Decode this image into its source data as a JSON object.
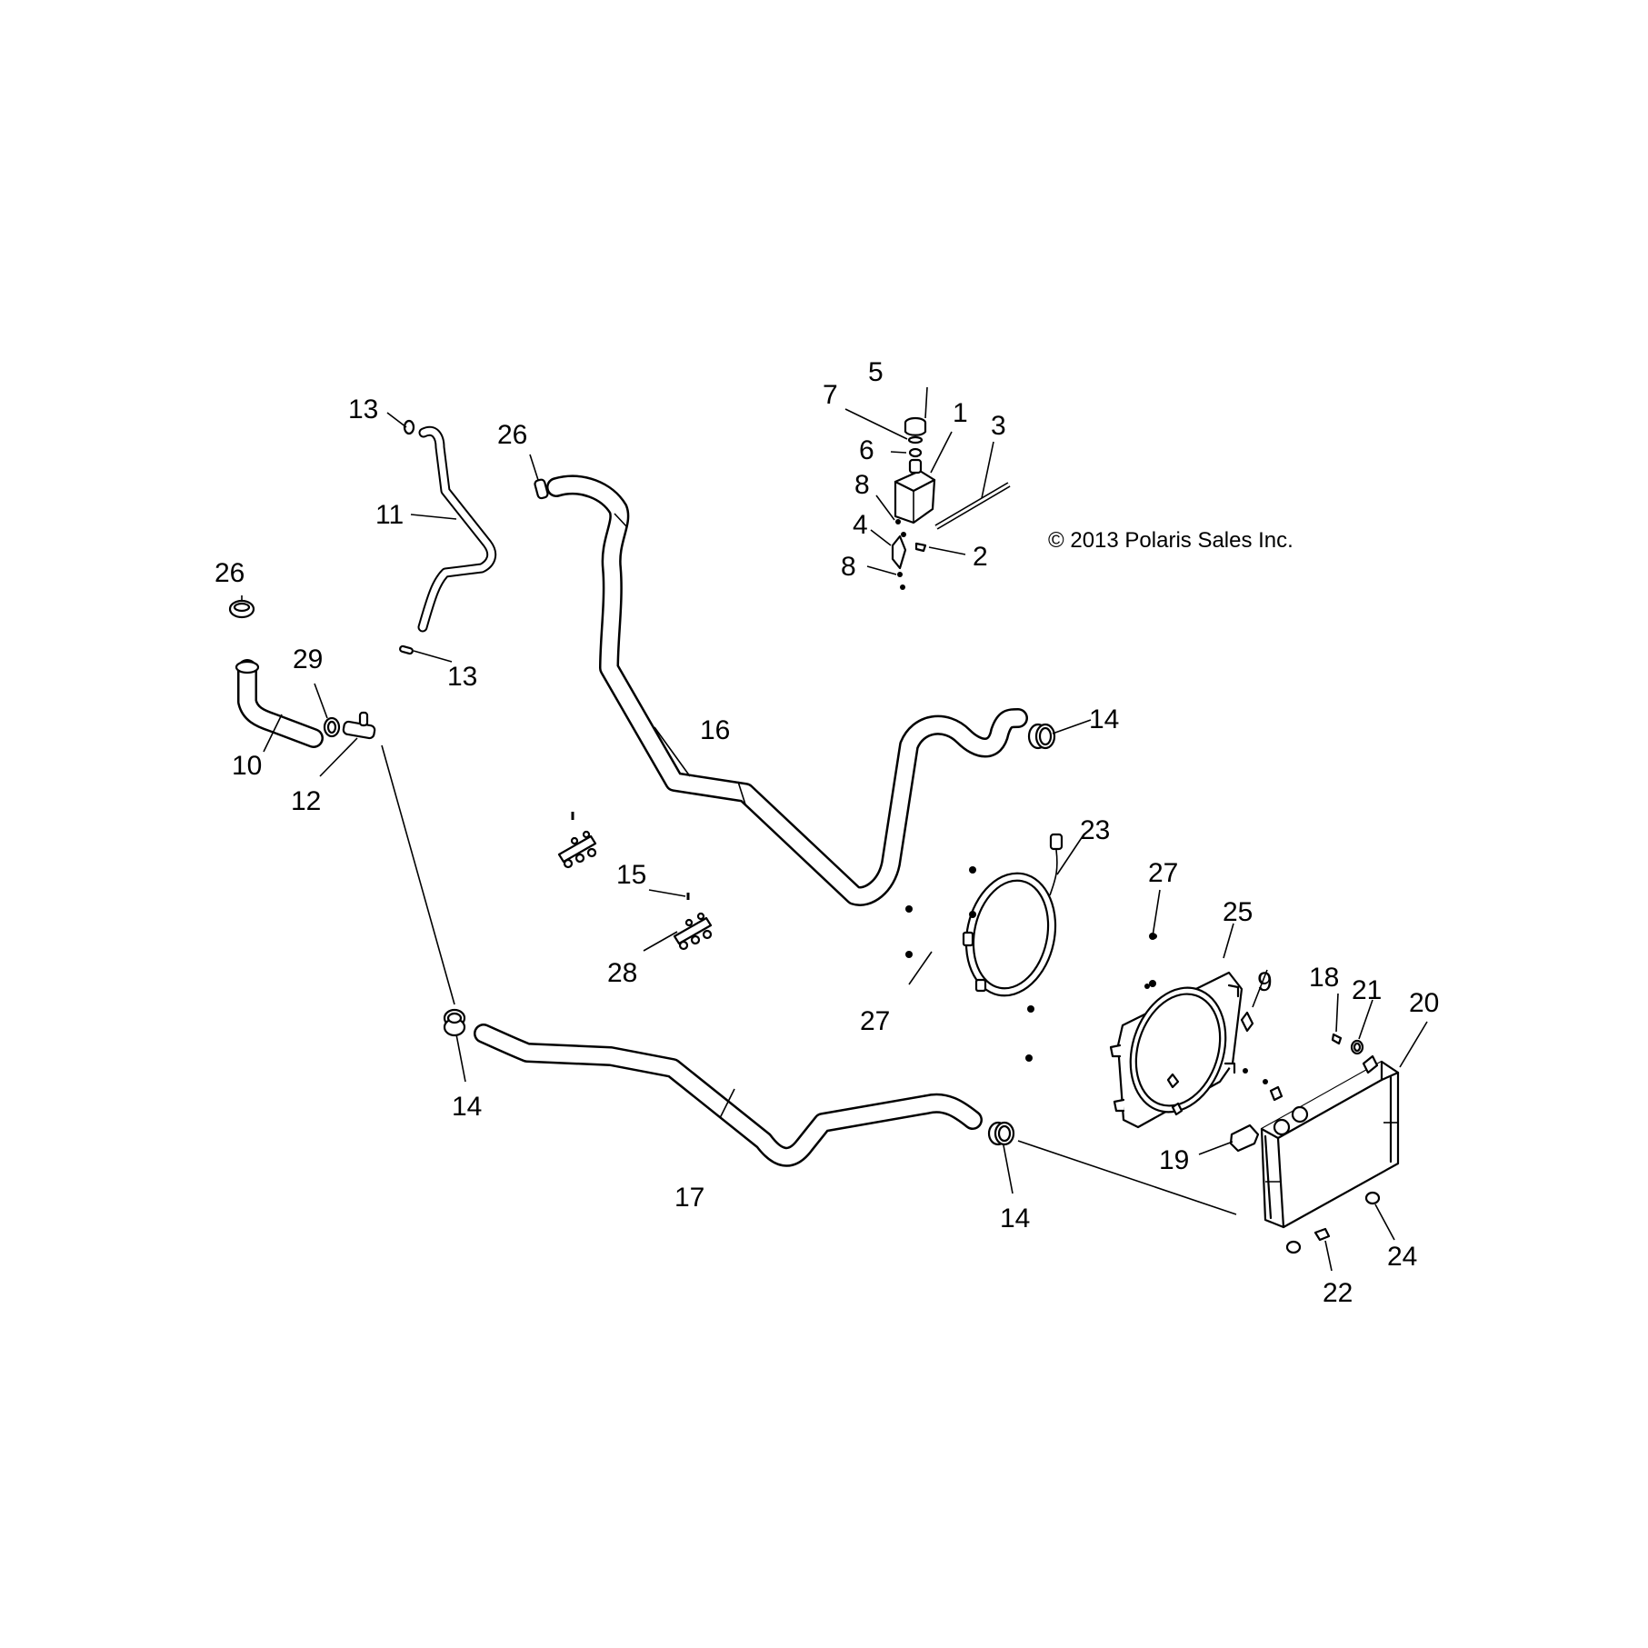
{
  "copyright": "© 2013 Polaris Sales Inc.",
  "callouts": [
    "1",
    "2",
    "3",
    "4",
    "5",
    "6",
    "7",
    "8",
    "8",
    "9",
    "10",
    "11",
    "12",
    "13",
    "13",
    "14",
    "14",
    "14",
    "15",
    "16",
    "17",
    "18",
    "19",
    "20",
    "21",
    "22",
    "23",
    "24",
    "25",
    "26",
    "26",
    "27",
    "27",
    "28",
    "29"
  ]
}
